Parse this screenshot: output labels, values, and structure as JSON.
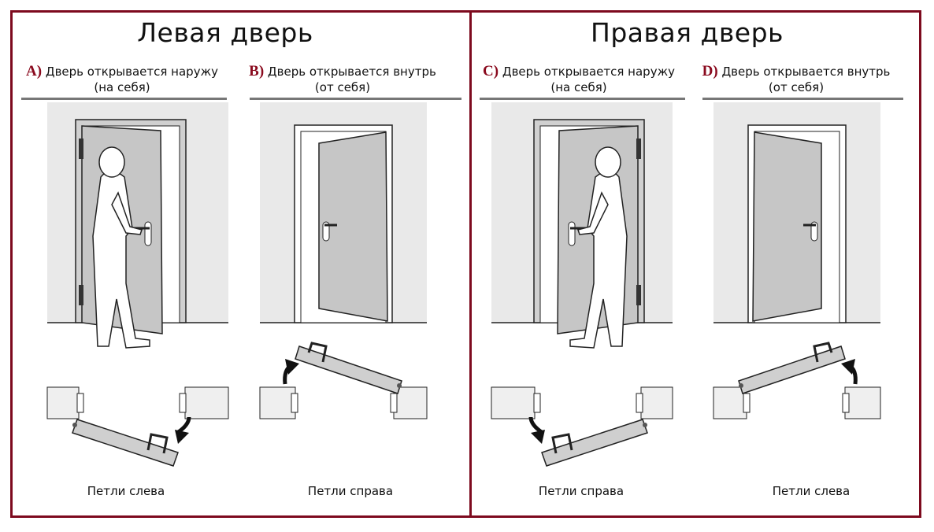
{
  "left": {
    "title": "Левая дверь",
    "panels": [
      {
        "letter": "A)",
        "line1": "Дверь открывается наружу",
        "line2": "(на себя)",
        "caption": "Петли слева"
      },
      {
        "letter": "B)",
        "line1": "Дверь открывается внутрь",
        "line2": "(от себя)",
        "caption": "Петли справа"
      }
    ]
  },
  "right": {
    "title": "Правая дверь",
    "panels": [
      {
        "letter": "C)",
        "line1": "Дверь открывается наружу",
        "line2": "(на себя)",
        "caption": "Петли справа"
      },
      {
        "letter": "D)",
        "line1": "Дверь открывается внутрь",
        "line2": "(от себя)",
        "caption": "Петли слева"
      }
    ]
  },
  "colors": {
    "border": "#7d0a1e",
    "letter": "#8a0a1e"
  }
}
